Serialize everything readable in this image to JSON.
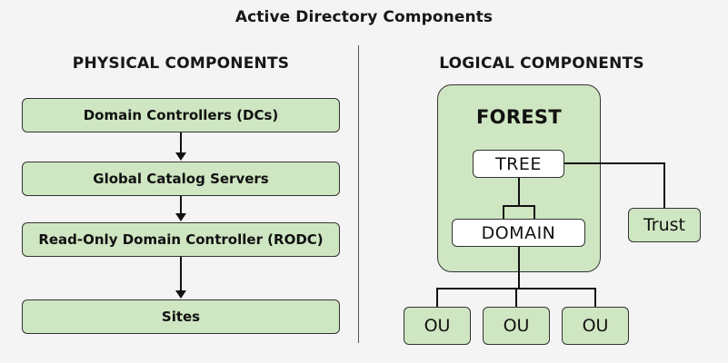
{
  "title": "Active Directory Components",
  "sections": {
    "physical": {
      "heading": "PHYSICAL COMPONENTS",
      "boxes": [
        {
          "label": "Domain Controllers (DCs)"
        },
        {
          "label": "Global Catalog Servers"
        },
        {
          "label": "Read-Only Domain Controller (RODC)"
        },
        {
          "label": "Sites"
        }
      ]
    },
    "logical": {
      "heading": "LOGICAL COMPONENTS",
      "forest": {
        "label": "FOREST"
      },
      "tree": {
        "label": "TREE"
      },
      "domain": {
        "label": "DOMAIN"
      },
      "trust": {
        "label": "Trust"
      },
      "ous": [
        {
          "label": "OU"
        },
        {
          "label": "OU"
        },
        {
          "label": "OU"
        }
      ]
    }
  },
  "colors": {
    "background": "#f4f4f4",
    "node_green": "#cfe6c2",
    "node_white": "#ffffff",
    "border": "#333333",
    "connector": "#111111",
    "divider": "#555555",
    "text": "#111111"
  }
}
